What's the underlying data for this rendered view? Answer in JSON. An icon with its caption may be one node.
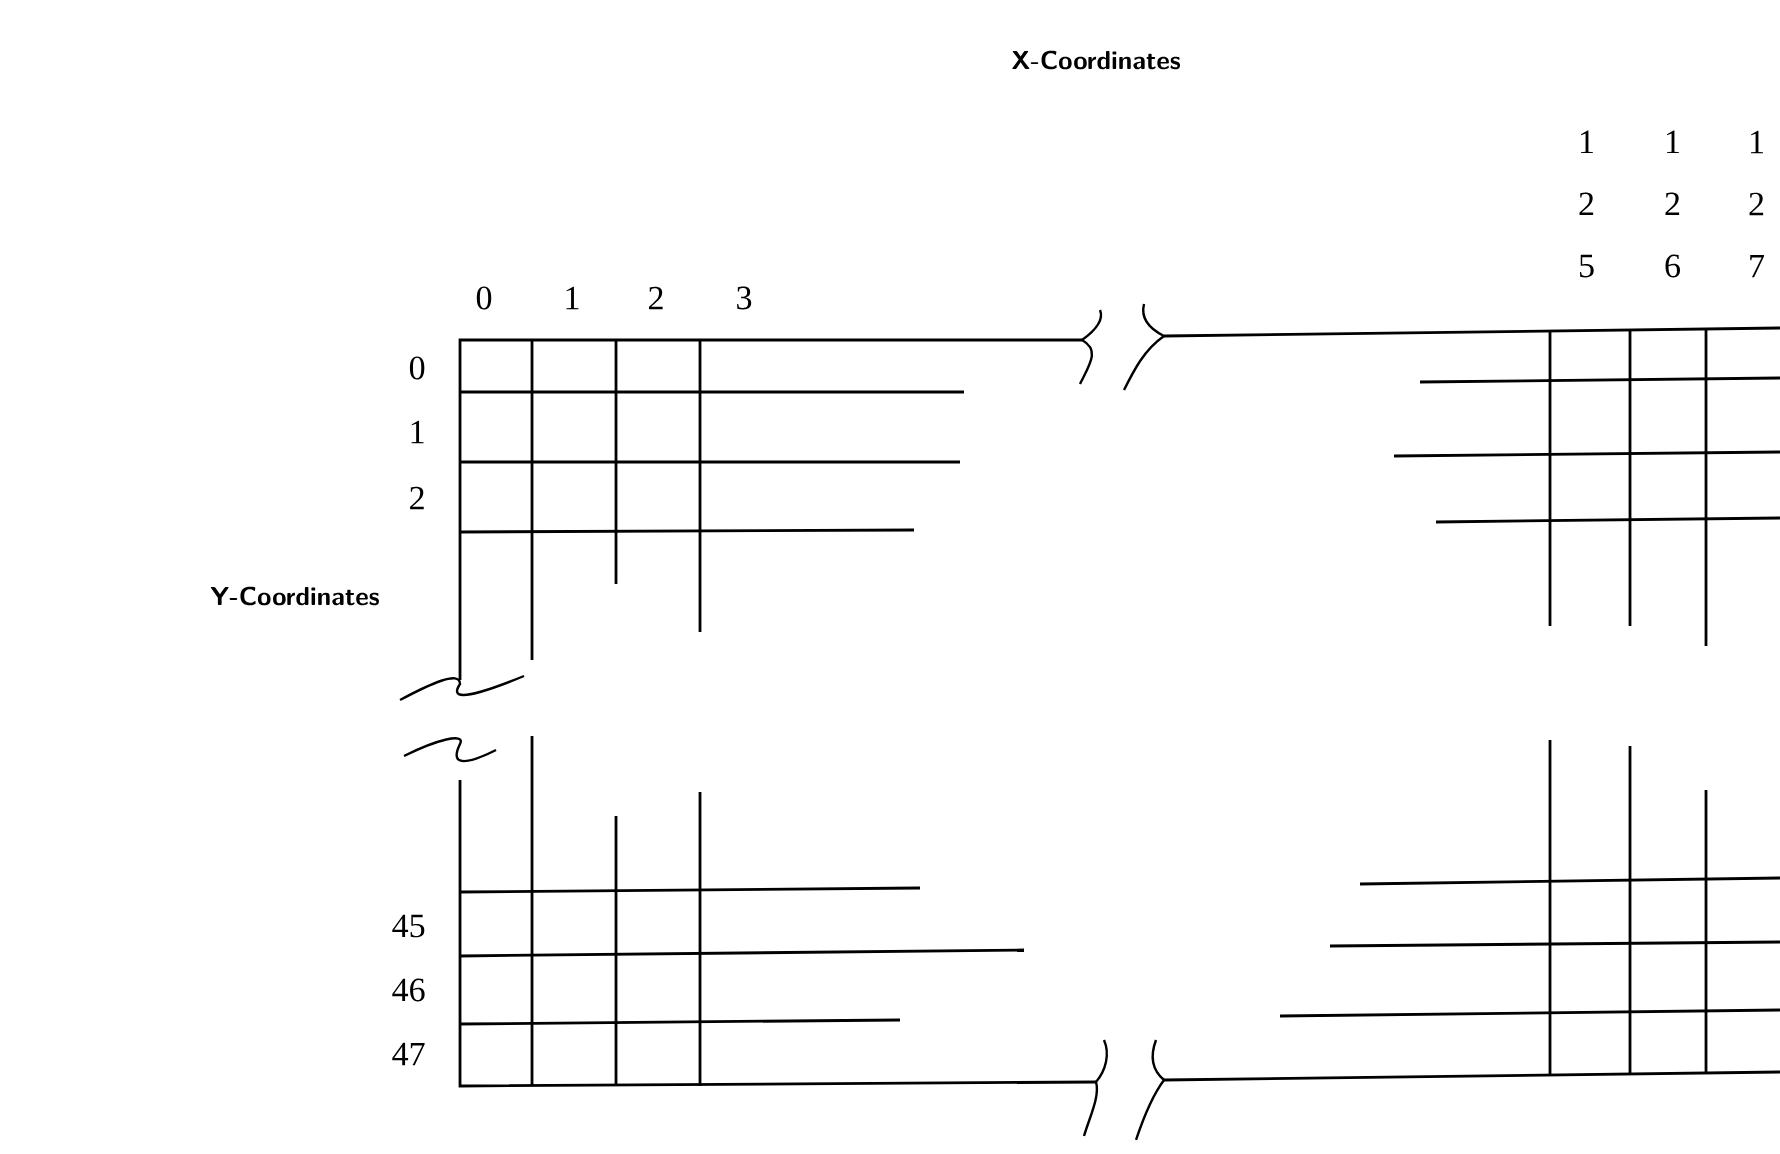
{
  "diagram": {
    "labels": [
      "X-Coordinates",
      "0",
      "1",
      "2",
      "3",
      "1 2 5",
      "1 2 6",
      "1 2 7",
      "0",
      "1",
      "2",
      "Y-Coordinates",
      "45",
      "46",
      "47"
    ]
  }
}
